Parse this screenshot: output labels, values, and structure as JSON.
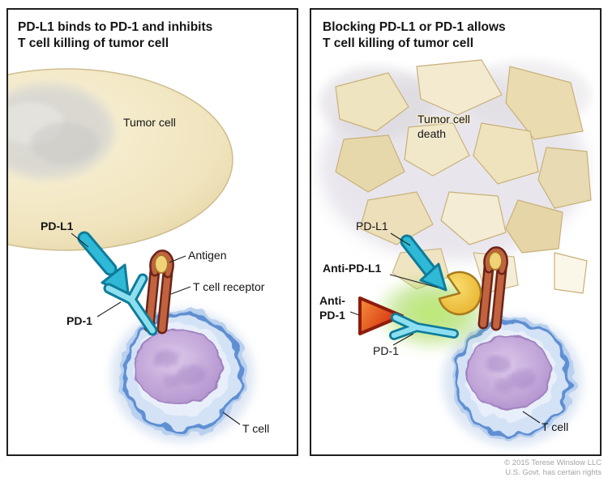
{
  "figure": {
    "left_panel": {
      "title": [
        "PD-L1 binds to PD-1 and inhibits",
        "T cell killing of tumor cell"
      ],
      "labels": {
        "tumor_cell": "Tumor cell",
        "pd_l1": "PD-L1",
        "antigen": "Antigen",
        "t_cell_receptor": "T cell receptor",
        "pd_1": "PD-1",
        "t_cell": "T cell"
      }
    },
    "right_panel": {
      "title": [
        "Blocking PD-L1 or PD-1 allows",
        "T cell killing of tumor cell"
      ],
      "labels": {
        "tumor_cell_death": [
          "Tumor cell",
          "death"
        ],
        "pd_l1": "PD-L1",
        "anti_pd_l1": "Anti-PD-L1",
        "anti_pd_1": [
          "Anti-",
          "PD-1"
        ],
        "pd_1": "PD-1",
        "t_cell": "T cell"
      }
    },
    "credit": [
      "© 2015 Terese Winslow LLC",
      "U.S. Govt. has certain rights"
    ]
  },
  "colors": {
    "pd_l1_cyan": "#2fb9d6",
    "pd_1_light_cyan": "#8ddff0",
    "molecule_outline": "#0e7c9b",
    "antibody_yellow": "#f0c63f",
    "anti_pd1_red": "#d8320f",
    "tcr_brown": "#c1633f",
    "tcr_outline": "#6b2418",
    "tumor_beige": "#f0e4bd",
    "t_cell_blue": "#d4e2f6",
    "t_cell_membrane": "#5e8fd2",
    "nucleus_purple": "#bb9dd4",
    "glow_green": "#9ed64f"
  }
}
